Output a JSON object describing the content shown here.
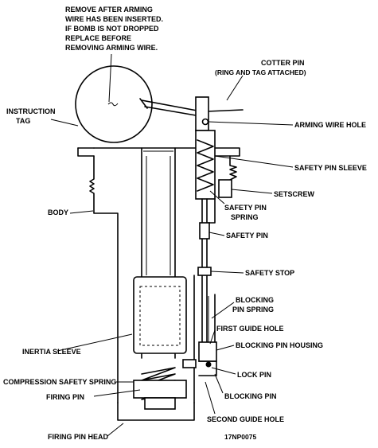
{
  "notes": {
    "remove_note": [
      "REMOVE AFTER ARMING",
      "WIRE HAS BEEN INSERTED.",
      "IF BOMB IS NOT DROPPED",
      "REPLACE BEFORE",
      "REMOVING ARMING WIRE."
    ]
  },
  "labels": {
    "cotter_pin": "COTTER PIN",
    "cotter_pin_sub": "(RING AND TAG ATTACHED)",
    "instruction_tag": [
      "INSTRUCTION",
      "TAG"
    ],
    "arming_wire_hole": "ARMING WIRE HOLE",
    "safety_pin_sleeve": "SAFETY PIN SLEEVE",
    "setscrew": "SETSCREW",
    "safety_pin_spring": [
      "SAFETY PIN",
      "SPRING"
    ],
    "body": "BODY",
    "safety_pin": "SAFETY PIN",
    "safety_stop": "SAFETY STOP",
    "blocking_pin_spring": [
      "BLOCKING",
      "PIN SPRING"
    ],
    "first_guide_hole": "FIRST GUIDE HOLE",
    "inertia_sleeve": "INERTIA SLEEVE",
    "blocking_pin_housing": "BLOCKING PIN HOUSING",
    "compression_safety_spring": "COMPRESSION SAFETY SPRING",
    "lock_pin": "LOCK PIN",
    "firing_pin": "FIRING PIN",
    "blocking_pin": "BLOCKING PIN",
    "second_guide_hole": "SECOND GUIDE HOLE",
    "firing_pin_head": "FIRING PIN HEAD",
    "figure_id": "17NP0075"
  }
}
